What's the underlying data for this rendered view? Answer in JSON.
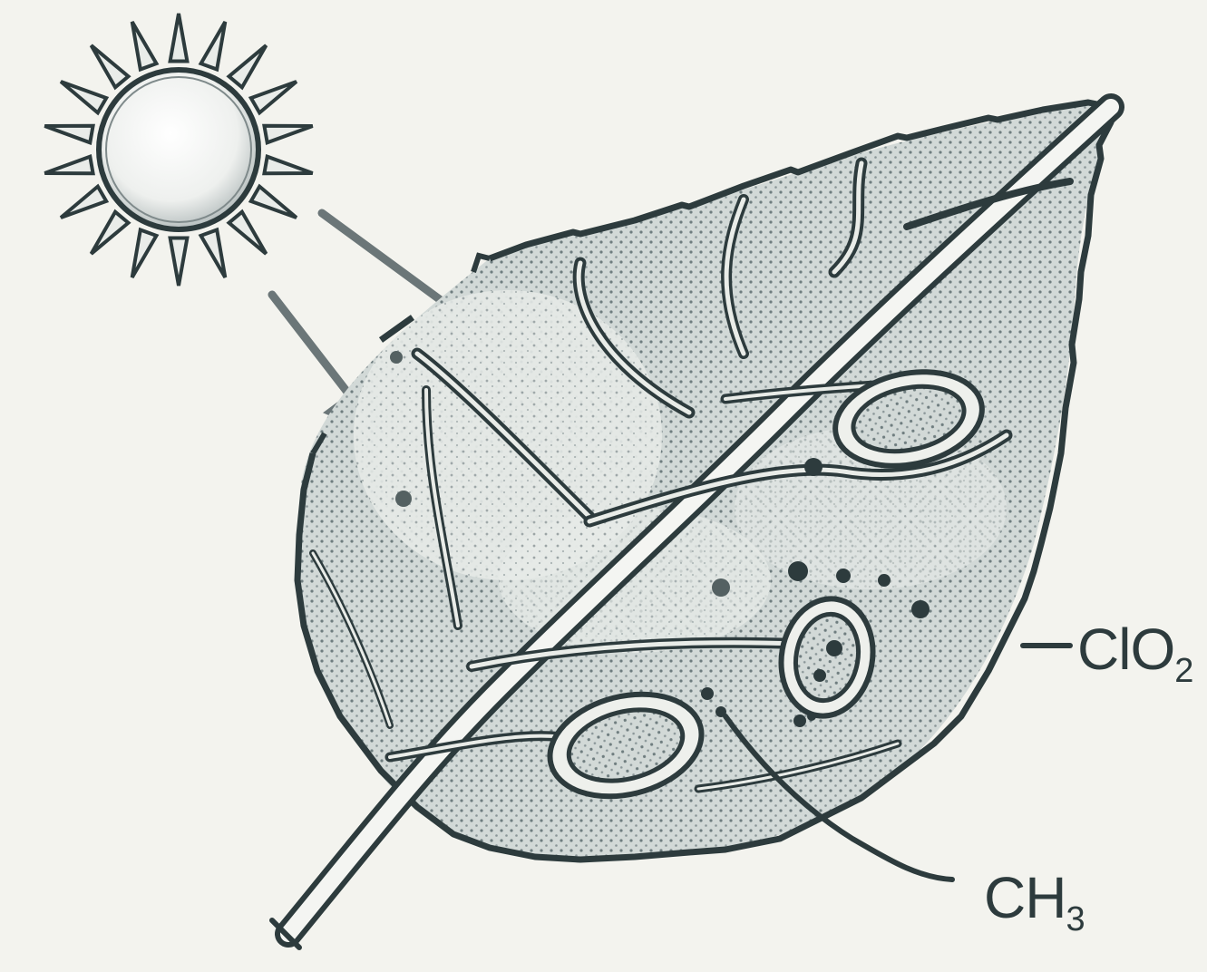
{
  "labels": {
    "clo2": {
      "main": "ClO",
      "sub": "2"
    },
    "ch3": {
      "main": "CH",
      "sub": "3"
    }
  },
  "colors": {
    "background": "#f3f3ee",
    "ink": "#2d3b3d",
    "leaf_fill": "#c9d1cf",
    "leaf_light": "#e4e8e5",
    "arrow": "#6b7678"
  },
  "icons": [
    "sun-icon",
    "light-arrow",
    "leaf",
    "gas-bubble"
  ]
}
